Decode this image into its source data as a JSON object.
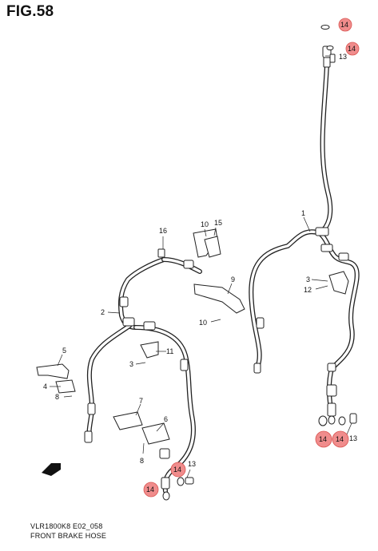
{
  "figure": {
    "title": "FIG.58",
    "model_code": "VLR1800K8 E02_058",
    "caption": "FRONT BRAKE HOSE"
  },
  "callouts": {
    "c1": "1",
    "c2": "2",
    "c3a": "3",
    "c3b": "3",
    "c4": "4",
    "c5": "5",
    "c6": "6",
    "c7": "7",
    "c8a": "8",
    "c8b": "8",
    "c9": "9",
    "c10a": "10",
    "c10b": "10",
    "c11": "11",
    "c12": "12",
    "c13a": "13",
    "c13b": "13",
    "c13c": "13",
    "c15": "15",
    "c16": "16"
  },
  "highlighted_callouts": {
    "h1": "14",
    "h2": "14",
    "h3": "14",
    "h4": "14",
    "h5": "14",
    "h6": "14"
  },
  "colors": {
    "highlight_fill": "#f08c8c",
    "highlight_stroke": "#d9534f",
    "line": "#222222",
    "hose_fill": "#ffffff"
  },
  "icons": {
    "front_arrow": "front-direction-arrow-icon"
  }
}
